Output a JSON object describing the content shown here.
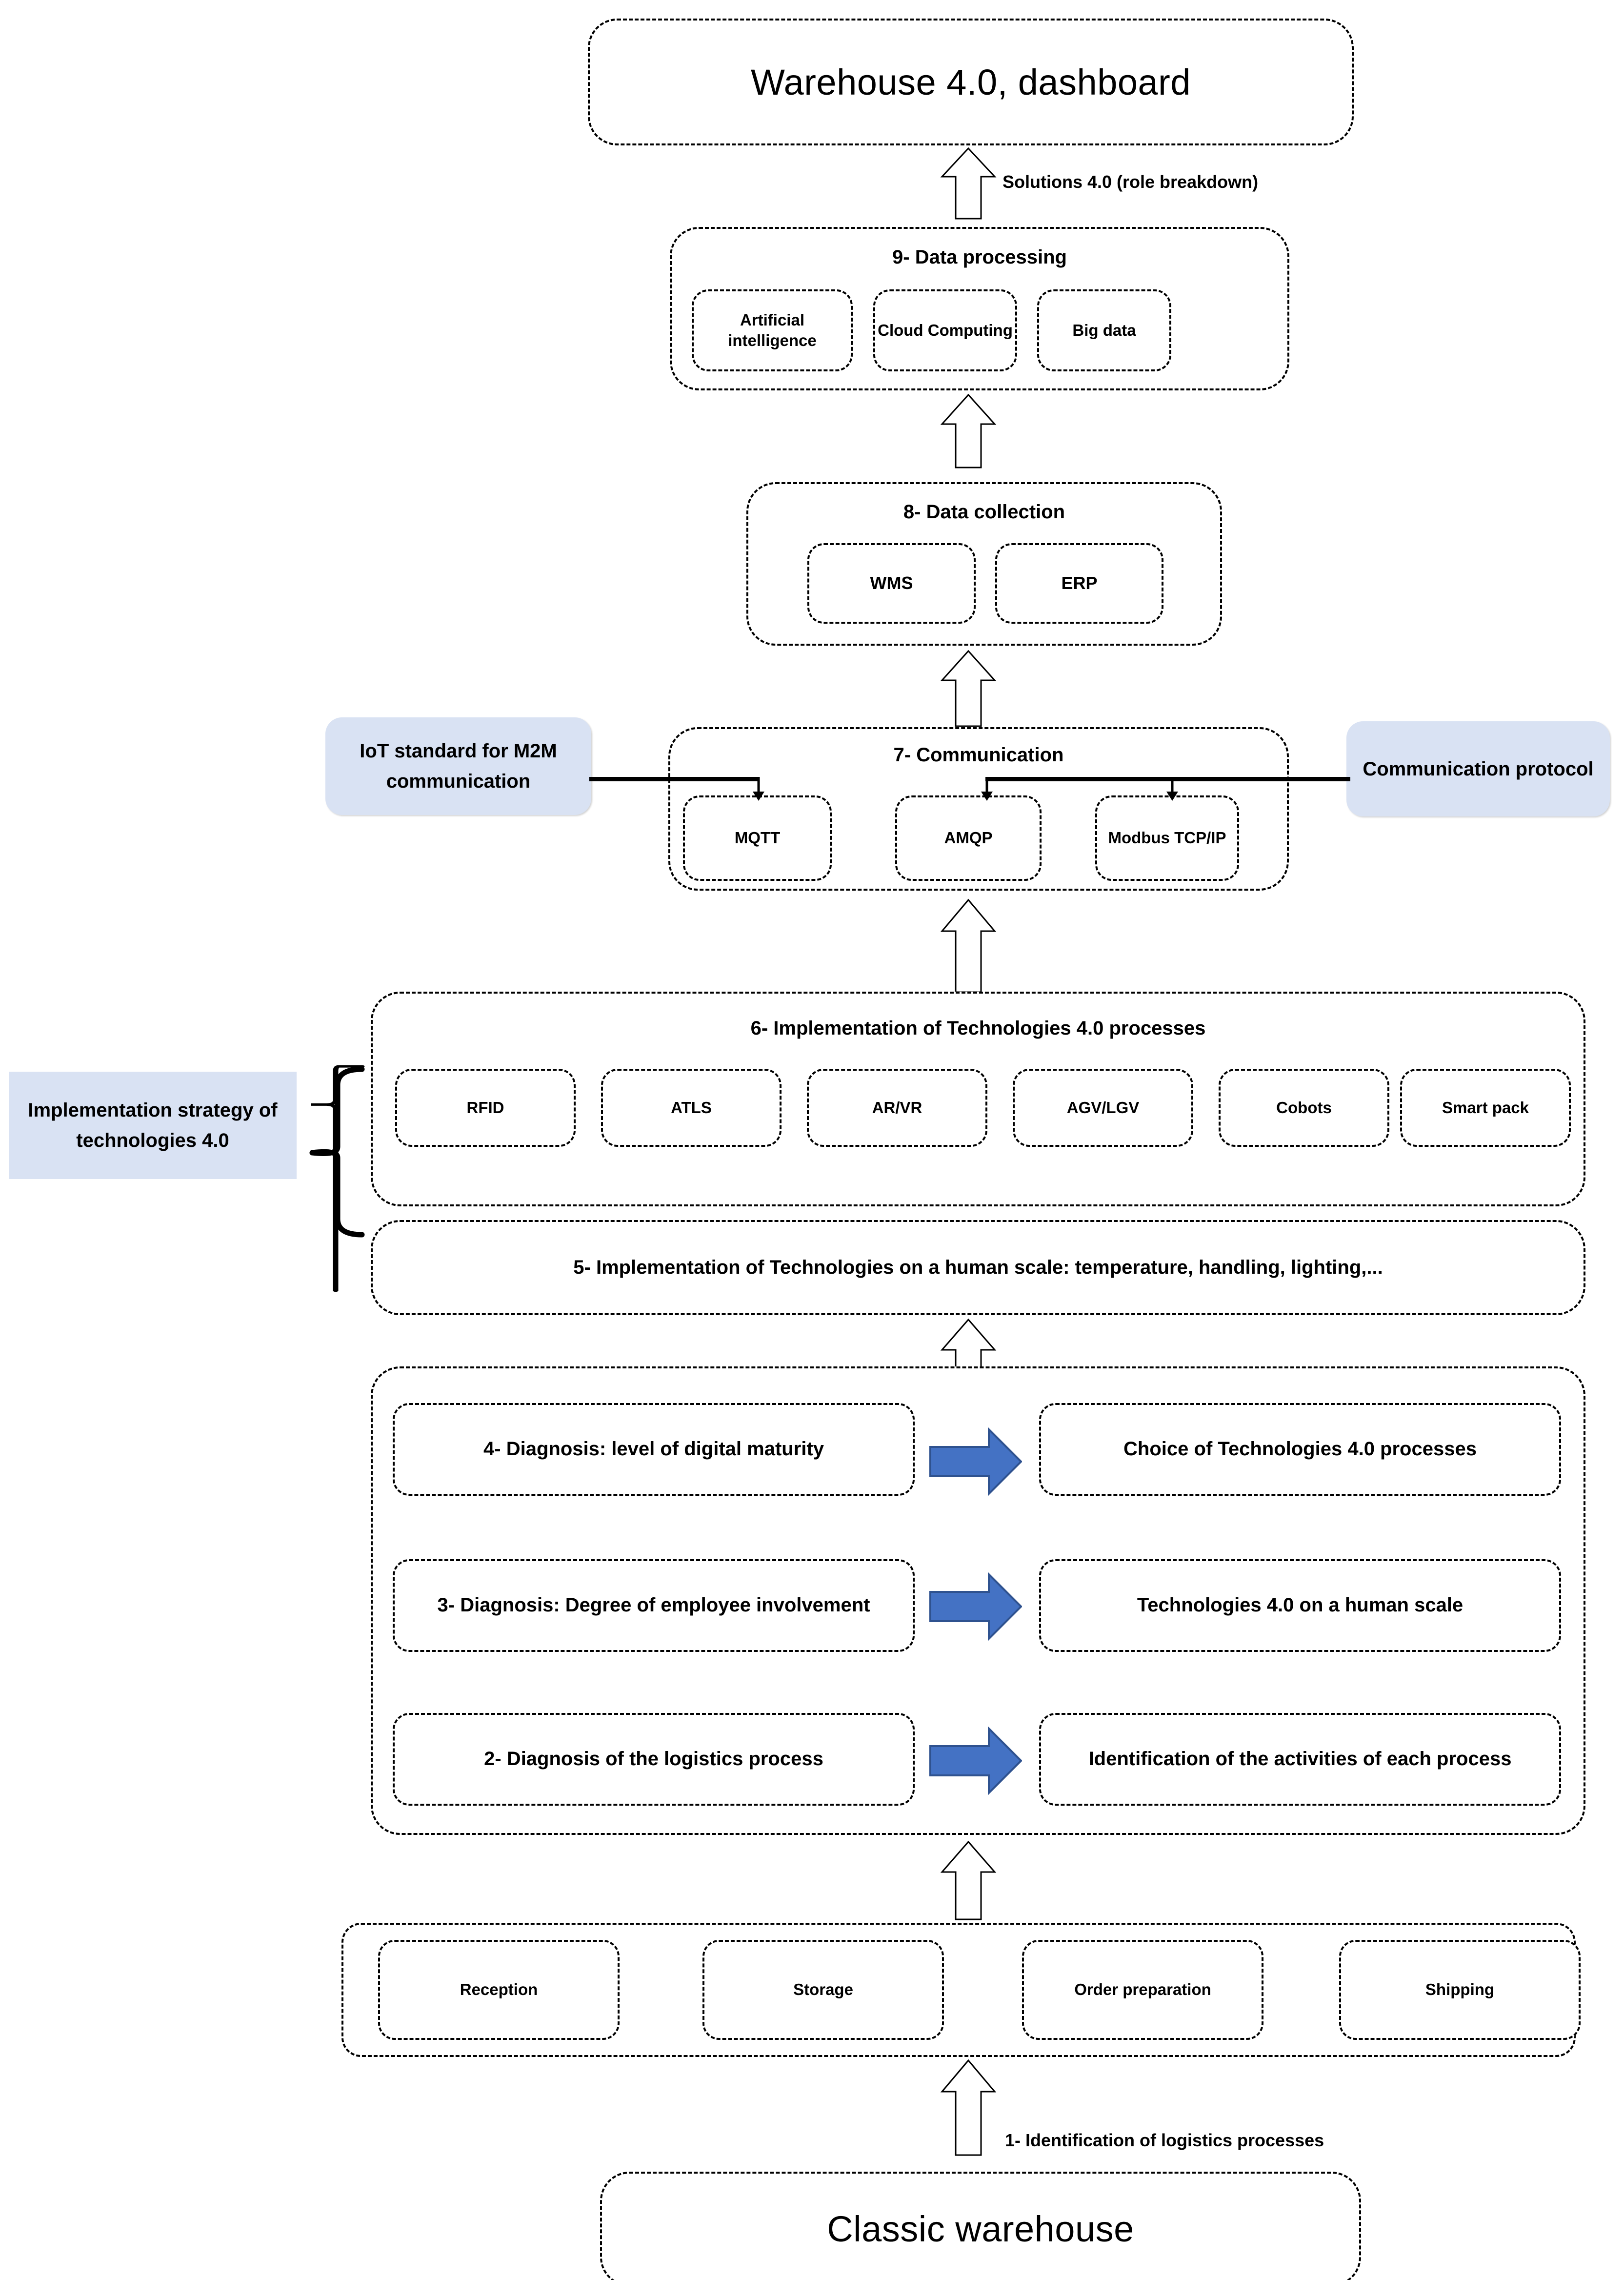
{
  "diagram": {
    "title_box": {
      "label": "Warehouse 4.0, dashboard"
    },
    "bottom_box": {
      "label": "Classic warehouse"
    },
    "edge_labels": {
      "solutions": "Solutions 4.0 (role breakdown)",
      "identification": "1- Identification of logistics processes"
    },
    "callouts": {
      "iot_standard": "IoT standard for M2M communication",
      "comm_protocol": "Communication protocol",
      "impl_strategy": "Implementation strategy of technologies 4.0"
    },
    "step9": {
      "title": "9- Data processing",
      "items": [
        "Artificial intelligence",
        "Cloud Computing",
        "Big data"
      ]
    },
    "step8": {
      "title": "8- Data collection",
      "items": [
        "WMS",
        "ERP"
      ]
    },
    "step7": {
      "title": "7- Communication",
      "items": [
        "MQTT",
        "AMQP",
        "Modbus TCP/IP"
      ]
    },
    "step6": {
      "title": "6- Implementation of Technologies 4.0 processes",
      "items": [
        "RFID",
        "ATLS",
        "AR/VR",
        "AGV/LGV",
        "Cobots",
        "Smart pack"
      ]
    },
    "step5": {
      "title": "5- Implementation of Technologies on a human scale: temperature, handling, lighting,..."
    },
    "diagnosis": {
      "rows": [
        {
          "left": "4-  Diagnosis: level of digital maturity",
          "right": "Choice of Technologies 4.0 processes"
        },
        {
          "left": "3- Diagnosis: Degree of employee involvement",
          "right": "Technologies 4.0 on a human scale"
        },
        {
          "left": "2- Diagnosis of the logistics process",
          "right": "Identification of the activities of each process"
        }
      ]
    },
    "step1": {
      "items": [
        "Reception",
        "Storage",
        "Order preparation",
        "Shipping"
      ]
    },
    "colors": {
      "callout_fill": "#D9E2F3",
      "arrow_fill": "#4472C4",
      "arrow_stroke": "#2F528F",
      "line": "#000000"
    }
  }
}
